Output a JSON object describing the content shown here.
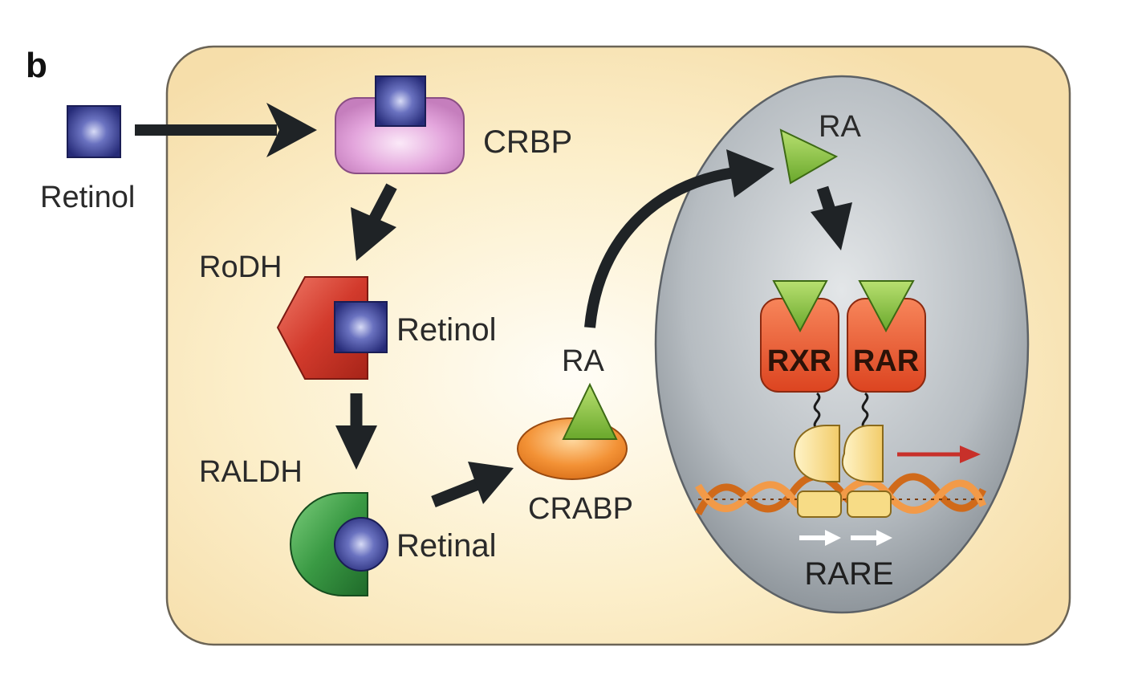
{
  "panel_label": "b",
  "labels": {
    "retinol_outside": "Retinol",
    "crbp": "CRBP",
    "rodh": "RoDH",
    "retinol_bound": "Retinol",
    "raldh": "RALDH",
    "retinal": "Retinal",
    "ra_crabp": "RA",
    "crabp": "CRABP",
    "ra_nucleus": "RA",
    "rxr": "RXR",
    "rar": "RAR",
    "rare": "RARE"
  },
  "colors": {
    "cell": "#f8e4ae",
    "cell_center": "#fffaf0",
    "nucleus": "#a8aeb4",
    "crbp": "#e4a8dc",
    "retinol_square": "#2f3585",
    "rodh": "#cc3a2c",
    "raldh": "#3c9a46",
    "retinal_circle": "#3a3f90",
    "crabp": "#f08a2a",
    "ra_triangle": "#8cc43c",
    "receptor": "#ec5a2a",
    "arrow": "#1f2326",
    "transcription_arrow": "#c8302a"
  }
}
